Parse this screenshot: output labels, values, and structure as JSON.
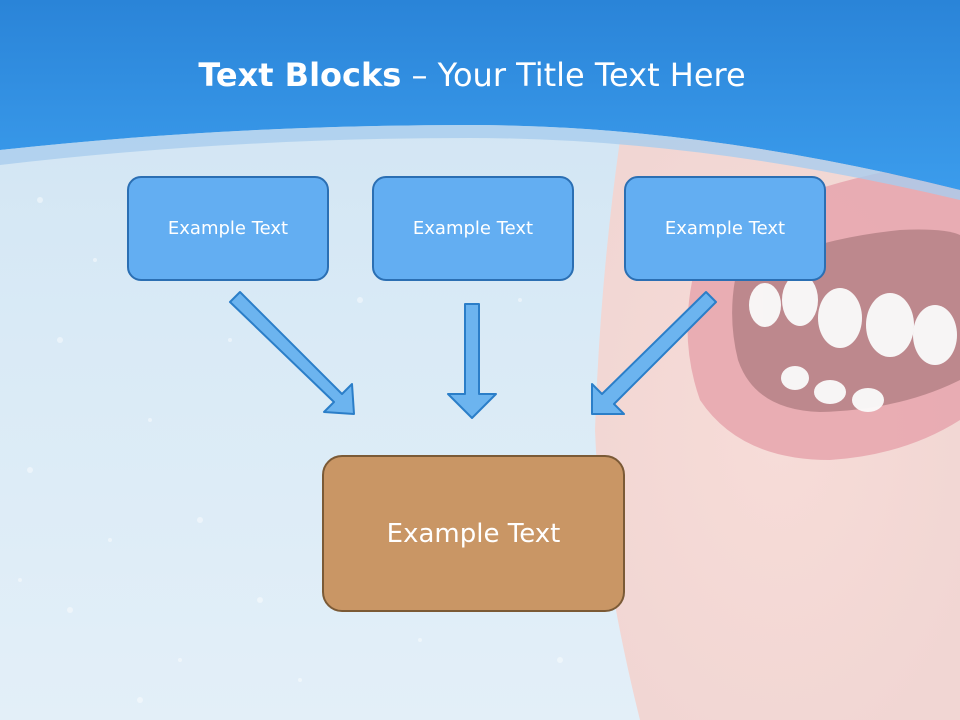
{
  "title": {
    "bold": "Text Blocks",
    "dash": " – ",
    "rest": "Your Title Text Here"
  },
  "blocks": [
    {
      "label": "Example Text"
    },
    {
      "label": "Example Text"
    },
    {
      "label": "Example Text"
    }
  ],
  "target": {
    "label": "Example Text"
  },
  "colors": {
    "header": "#2f8fe3",
    "block_fill": "#63aef2",
    "block_border": "#2b6fb3",
    "target_fill": "#c99665",
    "target_border": "#7b5a36",
    "arrow_fill": "#6cb4ef",
    "arrow_stroke": "#2b7ec8"
  }
}
